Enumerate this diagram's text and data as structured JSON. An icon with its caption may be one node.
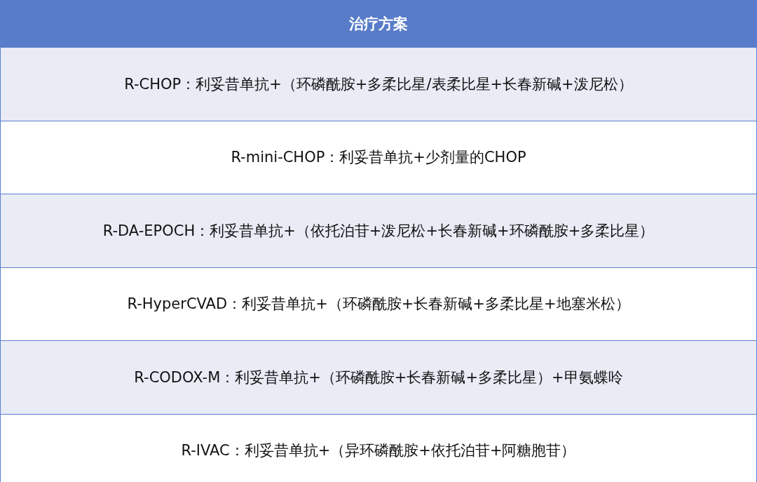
{
  "diagram": {
    "labels": [
      "治疗方案",
      "R-CHOP：利妥昔单抗+（环磷酰胺+多柔比星/表柔比星+长春新碱+泼尼松）",
      "R-mini-CHOP：利妥昔单抗+少剂量的CHOP",
      "R-DA-EPOCH：利妥昔单抗+（依托泊苷+泼尼松+长春新碱+环磷酰胺+多柔比星）",
      "R-HyperCVAD：利妥昔单抗+（环磷酰胺+长春新碱+多柔比星+地塞米松）",
      "R-CODOX-M：利妥昔单抗+（环磷酰胺+长春新碱+多柔比星）+甲氨蝶呤",
      "R-IVAC：利妥昔单抗+（异环磷酰胺+依托泊苷+阿糖胞苷）"
    ]
  }
}
